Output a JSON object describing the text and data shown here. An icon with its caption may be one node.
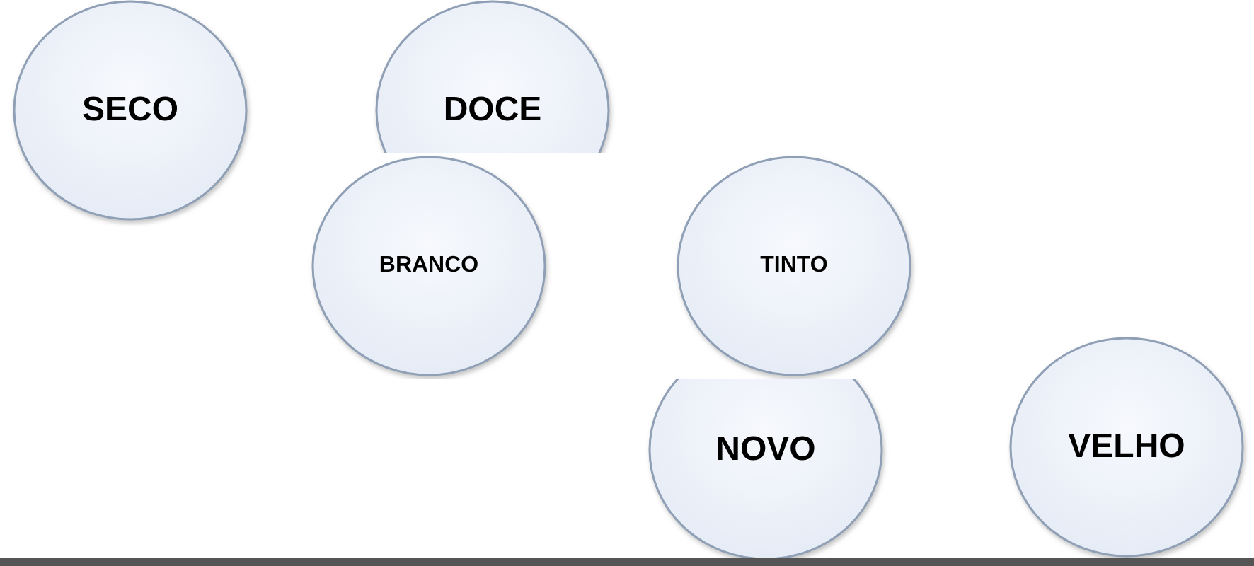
{
  "diagram": {
    "nodes": [
      {
        "text": [
          "SECO"
        ]
      },
      {
        "text": [
          "DOCE"
        ]
      },
      {
        "text": [
          "BRANCO"
        ]
      },
      {
        "text": [
          "TINTO"
        ]
      },
      {
        "text": [
          "NOVO"
        ]
      },
      {
        "text": [
          "VELHO"
        ]
      }
    ]
  }
}
